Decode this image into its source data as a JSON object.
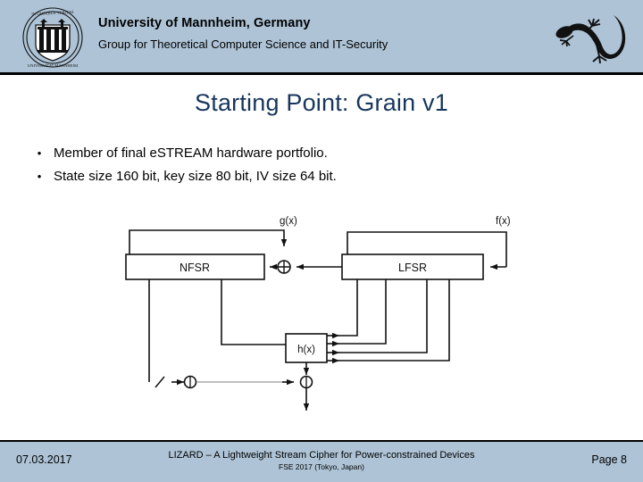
{
  "header": {
    "institution": "University of Mannheim, Germany",
    "group": "Group for Theoretical Computer Science and IT-Security",
    "seal_icon": "university-seal-icon",
    "mascot_icon": "gecko-logo-icon",
    "band_color": "#aec4d6"
  },
  "slide": {
    "title": "Starting Point: Grain v1",
    "title_color": "#17365d",
    "bullets": [
      {
        "marker": "•",
        "text": "Member of final eSTREAM hardware portfolio."
      },
      {
        "marker": "•",
        "text": "State size 160 bit, key size 80 bit, IV size 64 bit."
      }
    ]
  },
  "diagram": {
    "name": "grain-v1-cipher-block-diagram",
    "blocks": [
      {
        "id": "nfsr",
        "label": "NFSR"
      },
      {
        "id": "lfsr",
        "label": "LFSR"
      },
      {
        "id": "h",
        "label": "h(x)"
      }
    ],
    "feedback_labels": [
      {
        "id": "g",
        "label": "g(x)"
      },
      {
        "id": "f",
        "label": "f(x)"
      }
    ],
    "xor_gates": [
      {
        "id": "feedback-xor",
        "symbol": "+"
      },
      {
        "id": "nfsr-tap-xor",
        "symbol": "⊕"
      },
      {
        "id": "keystream-xor",
        "symbol": "⊕"
      }
    ]
  },
  "footer": {
    "date": "07.03.2017",
    "title": "LIZARD – A Lightweight Stream Cipher for Power-constrained Devices",
    "venue": "FSE 2017 (Tokyo, Japan)",
    "page": "Page 8",
    "band_color": "#aec4d6"
  }
}
